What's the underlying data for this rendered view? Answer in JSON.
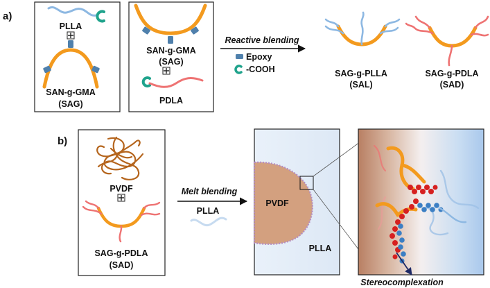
{
  "panel_a": {
    "letter": "a)",
    "box1": {
      "plla": "PLLA",
      "plus": "+",
      "san_line1": "SAN-g-GMA",
      "san_line2": "(SAG)"
    },
    "box2": {
      "san_line1": "SAN-g-GMA",
      "san_line2": "(SAG)",
      "plus": "+",
      "pdla": "PDLA"
    },
    "arrow_label": "Reactive blending",
    "legend": {
      "epoxy": "Epoxy",
      "cooh": "-COOH"
    },
    "product1": {
      "line1": "SAG-g-PLLA",
      "line2": "(SAL)"
    },
    "product2": {
      "line1": "SAG-g-PDLA",
      "line2": "(SAD)"
    }
  },
  "panel_b": {
    "letter": "b)",
    "box": {
      "pvdf": "PVDF",
      "plus": "+",
      "line1": "SAG-g-PDLA",
      "line2": "(SAD)"
    },
    "arrow_label": "Melt blending",
    "arrow_sub": "PLLA",
    "blend": {
      "pvdf": "PVDF",
      "plla": "PLLA"
    },
    "stereo_label": "Stereocomplexation"
  },
  "colors": {
    "backbone": "#F39A1E",
    "plla_chain": "#8DB8E2",
    "pdla_chain": "#EE7373",
    "epoxy": "#4F80AC",
    "cooh": "#1FA38C",
    "pvdf": "#D3A07F",
    "pvdf_tangle": "#B5651D",
    "sc_red": "#D62020",
    "sc_blue": "#3C7FC4",
    "arrow_navy": "#1F2A66"
  }
}
